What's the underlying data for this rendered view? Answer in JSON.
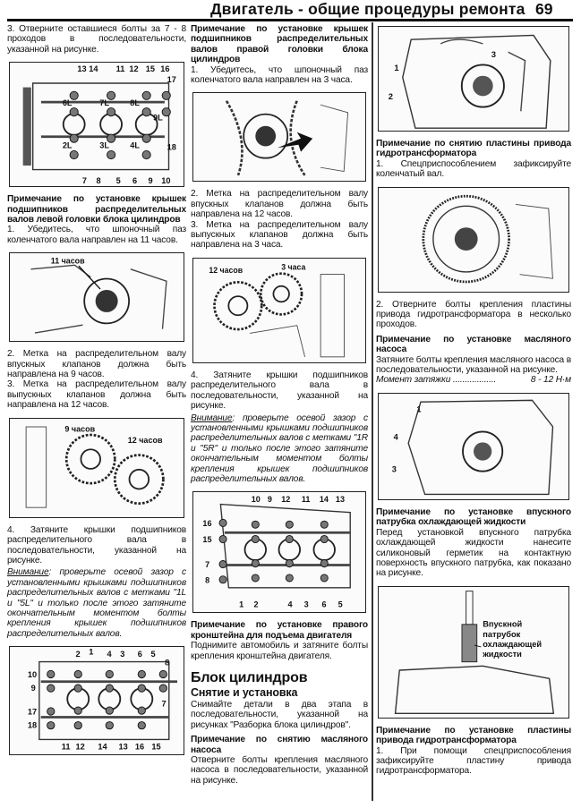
{
  "header": {
    "title": "Двигатель - общие процедуры ремонта",
    "page_number": "69"
  },
  "left": {
    "step3": "3. Отверните оставшиеся болты за 7 - 8 проходов в последовательности, указанной на рисунке.",
    "note_title": "Примечание по установке крышек подшипников распределительных валов левой головки блока цилиндров",
    "step1": "1. Убедитесь, что шпоночный паз коленчатого вала направлен на 11 часов.",
    "step2": "2. Метка на распределительном валу впускных клапанов должна быть направлена на 9 часов.",
    "step3b": "3. Метка на распределительном валу выпускных клапанов должна быть направлена на 12 часов.",
    "step4": "4. Затяните крышки подшипников распределительного вала в последовательности, указанной на рисунке.",
    "warn_label": "Внимание",
    "warn_text": ": проверьте осевой зазор с установленными крышками подшипников распределительных валов с метками \"1L и \"5L\" и только после этого затяните окончательным моментом болты крепления крышек подшипников распределительных валов."
  },
  "middle": {
    "note_title": "Примечание по установке крышек подшипников распределительных валов правой головки блока цилиндров",
    "step1": "1. Убедитесь, что шпоночный паз коленчатого вала направлен на 3 часа.",
    "step2": "2. Метка на распределительном валу впускных клапанов должна быть направлена на 12 часов.",
    "step3": "3. Метка на распределительном валу выпускных клапанов должна быть направлена на 3 часа.",
    "step4": "4. Затяните крышки подшипников распределительного вала в последовательности, указанной на рисунке.",
    "warn_label": "Внимание",
    "warn_text": ": проверьте осевой зазор с установленными крышками подшипников распределительных валов с метками \"1R и \"5R\" и только после этого затяните окончательным моментом болты крепления крышек подшипников распределительных валов.",
    "bracket_title": "Примечание по установке правого кронштейна для подъема двигателя",
    "bracket_text": "Поднимите автомобиль и затяните болты крепления кронштейна двигателя.",
    "section_title": "Блок цилиндров",
    "subsection_title": "Снятие и установка",
    "removal_text": "Снимайте детали в два этапа в последовательности, указанной на рисунках \"Разборка блока цилиндров\".",
    "oilpump_title": "Примечание по снятию масляного насоса",
    "oilpump_text": "Отверните болты крепления масляного насоса в последовательности, указанной на рисунке."
  },
  "right": {
    "plate_title": "Примечание по снятию пластины привода гидротрансформатора",
    "plate_step1": "1. Спецприспособлением зафиксируйте коленчатый вал.",
    "plate_step2": "2. Отверните болты крепления пластины привода гидротрансформатора в несколько проходов.",
    "pump_title": "Примечание по установке масляного насоса",
    "pump_text": "Затяните болты крепления масляного насоса в последовательности, указанной на рисунке.",
    "torque_label": "Момент затяжки ..................",
    "torque_value": "8 - 12 Н·м",
    "inlet_title": "Примечание по установке впускного патрубка охлаждающей жидкости",
    "inlet_text": "Перед установкой впускного патрубка охлаждающей жидкости нанесите силиконовый герметик на контактную поверхность впускного патрубка, как показано на рисунке.",
    "plate_inst_title": "Примечание по установке пластины привода гидротрансформатора",
    "plate_inst_text": "1. При помощи спецприспособления зафиксируйте пластину привода гидротрансформатора."
  },
  "figures": {
    "left_head": [
      "13",
      "14",
      "11",
      "12",
      "15",
      "16",
      "17",
      "18",
      "7",
      "8",
      "5",
      "6",
      "9",
      "10",
      "6L",
      "7L",
      "8L",
      "9L",
      "2L",
      "3L",
      "4L"
    ],
    "left_crank": [
      "11 часов"
    ],
    "left_cams": [
      "9 часов",
      "12 часов"
    ],
    "left_head2": [
      "2",
      "1",
      "4",
      "3",
      "6",
      "5",
      "8",
      "10",
      "9",
      "7",
      "17",
      "18",
      "11",
      "12",
      "14",
      "13",
      "16",
      "15"
    ],
    "right_cams": [
      "12 часов",
      "3 часа"
    ],
    "right_head": [
      "10",
      "9",
      "12",
      "11",
      "14",
      "13",
      "16",
      "15",
      "7",
      "8",
      "1",
      "2",
      "4",
      "3",
      "6",
      "5"
    ],
    "pump_removal": [
      "1",
      "2",
      "3"
    ],
    "pump_install": [
      "1",
      "3",
      "4"
    ],
    "inlet_label": [
      "Впускной",
      "патрубок",
      "охлаждающей",
      "жидкости"
    ]
  }
}
